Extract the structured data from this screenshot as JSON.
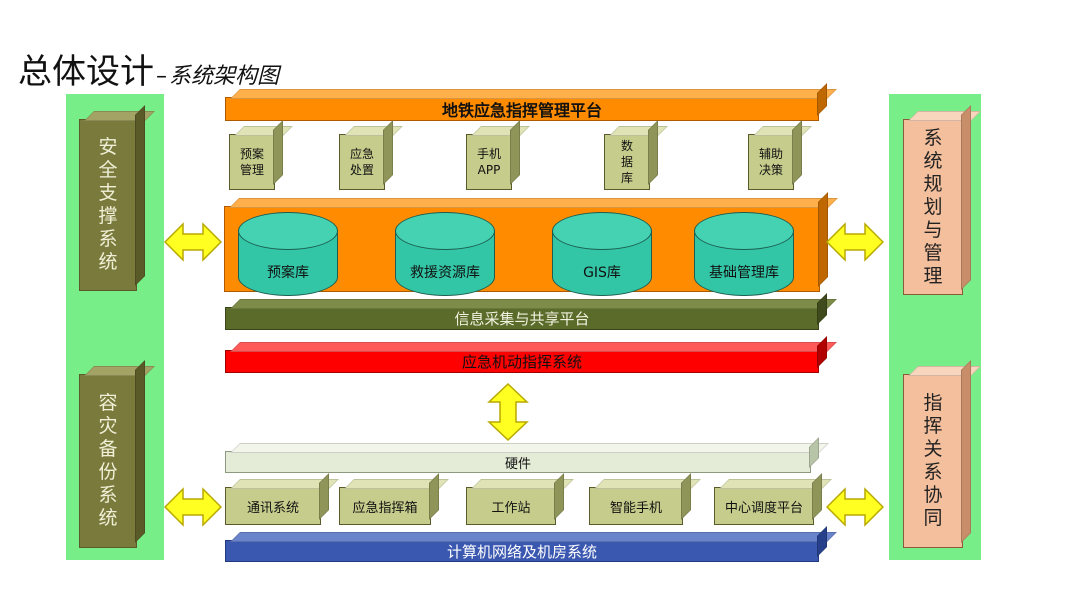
{
  "title": {
    "main": "总体设计",
    "dash": "–",
    "sub": "系统架构图"
  },
  "left_panels": [
    {
      "label": "安全支撑系统"
    },
    {
      "label": "容灾备份系统"
    }
  ],
  "right_panels": [
    {
      "label": "系统规划与管理"
    },
    {
      "label": "指挥关系协同"
    }
  ],
  "top_platform": {
    "label": "地铁应急指挥管理平台"
  },
  "top_modules": [
    {
      "lines": [
        "预案",
        "管理"
      ]
    },
    {
      "lines": [
        "应急",
        "处置"
      ]
    },
    {
      "lines": [
        "手机",
        "APP"
      ]
    },
    {
      "lines": [
        "数",
        "据",
        "库"
      ]
    },
    {
      "lines": [
        "辅助",
        "决策"
      ]
    }
  ],
  "databases": [
    {
      "label": "预案库"
    },
    {
      "label": "救援资源库"
    },
    {
      "label": "GIS库"
    },
    {
      "label": "基础管理库"
    }
  ],
  "info_platform": {
    "label": "信息采集与共享平台"
  },
  "mobile_system": {
    "label": "应急机动指挥系统"
  },
  "hardware": {
    "label": "硬件"
  },
  "hardware_items": [
    {
      "label": "通讯系统"
    },
    {
      "label": "应急指挥箱"
    },
    {
      "label": "工作站"
    },
    {
      "label": "智能手机"
    },
    {
      "label": "中心调度平台"
    }
  ],
  "network": {
    "label": "计算机网络及机房系统"
  },
  "colors": {
    "side_panel": "#77ee88",
    "olive_box": "#7a7a3c",
    "peach_box": "#f4bf9c",
    "orange": "#ff8c00",
    "module_box": "#c6cc8c",
    "info_bar": "#5a6b2a",
    "red_bar": "#ff0000",
    "hardware_bar": "#e4ecd8",
    "network_bar": "#3b58b0",
    "arrow": "#ffff22",
    "cylinder": "#33c6a6"
  }
}
